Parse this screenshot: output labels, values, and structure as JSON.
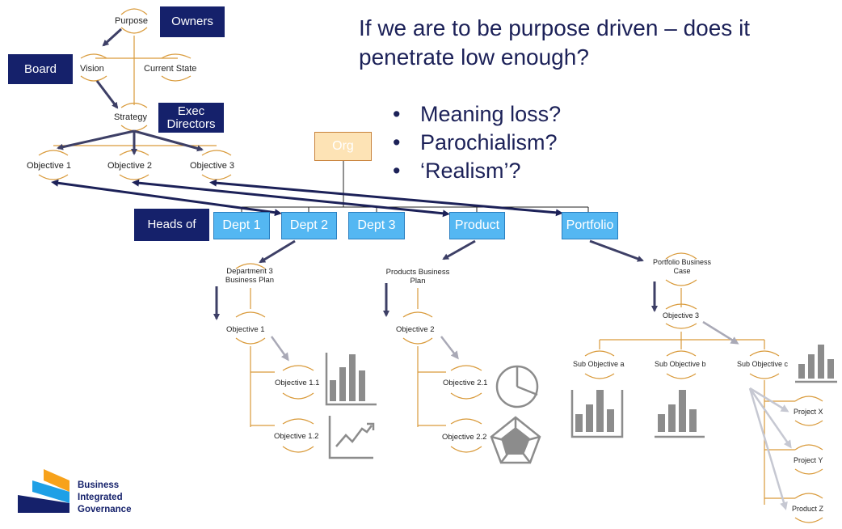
{
  "headline": "If we are to be purpose driven – does it penetrate low enough?",
  "bullets": [
    "Meaning loss?",
    "Parochialism?",
    "‘Realism’?"
  ],
  "top_tree": {
    "purpose": "Purpose",
    "vision": "Vision",
    "current_state": "Current State",
    "strategy": "Strategy",
    "objectives": [
      "Objective 1",
      "Objective 2",
      "Objective 3"
    ]
  },
  "role_boxes": {
    "owners": "Owners",
    "board": "Board",
    "exec_directors": "Exec Directors",
    "heads_of": "Heads of"
  },
  "org_chart": {
    "org": "Org",
    "units": [
      "Dept 1",
      "Dept 2",
      "Dept 3",
      "Product",
      "Portfolio"
    ]
  },
  "dept3_tree": {
    "plan": "Department 3 Business Plan",
    "objective": "Objective 1",
    "sub": [
      "Objective 1.1",
      "Objective 1.2"
    ]
  },
  "products_tree": {
    "plan": "Products Business Plan",
    "objective": "Objective 2",
    "sub": [
      "Objective 2.1",
      "Objective 2.2"
    ]
  },
  "portfolio_tree": {
    "plan": "Portfolio  Business Case",
    "objective": "Objective 3",
    "sub": [
      "Sub Objective a",
      "Sub Objective b",
      "Sub Objective c"
    ],
    "projects": [
      "Project X",
      "Project Y",
      "Product Z"
    ]
  },
  "logo": {
    "lines": [
      "Business",
      "Integrated",
      "Governance"
    ]
  },
  "colors": {
    "navy": "#15216b",
    "light_blue": "#54b7f2",
    "org_fill": "#fde3b5",
    "connector_orange": "#d99a3a",
    "arrow_dark": "#3d3f66",
    "arrow_grey": "#a9a9b6",
    "icon_grey": "#8c8c8c"
  }
}
